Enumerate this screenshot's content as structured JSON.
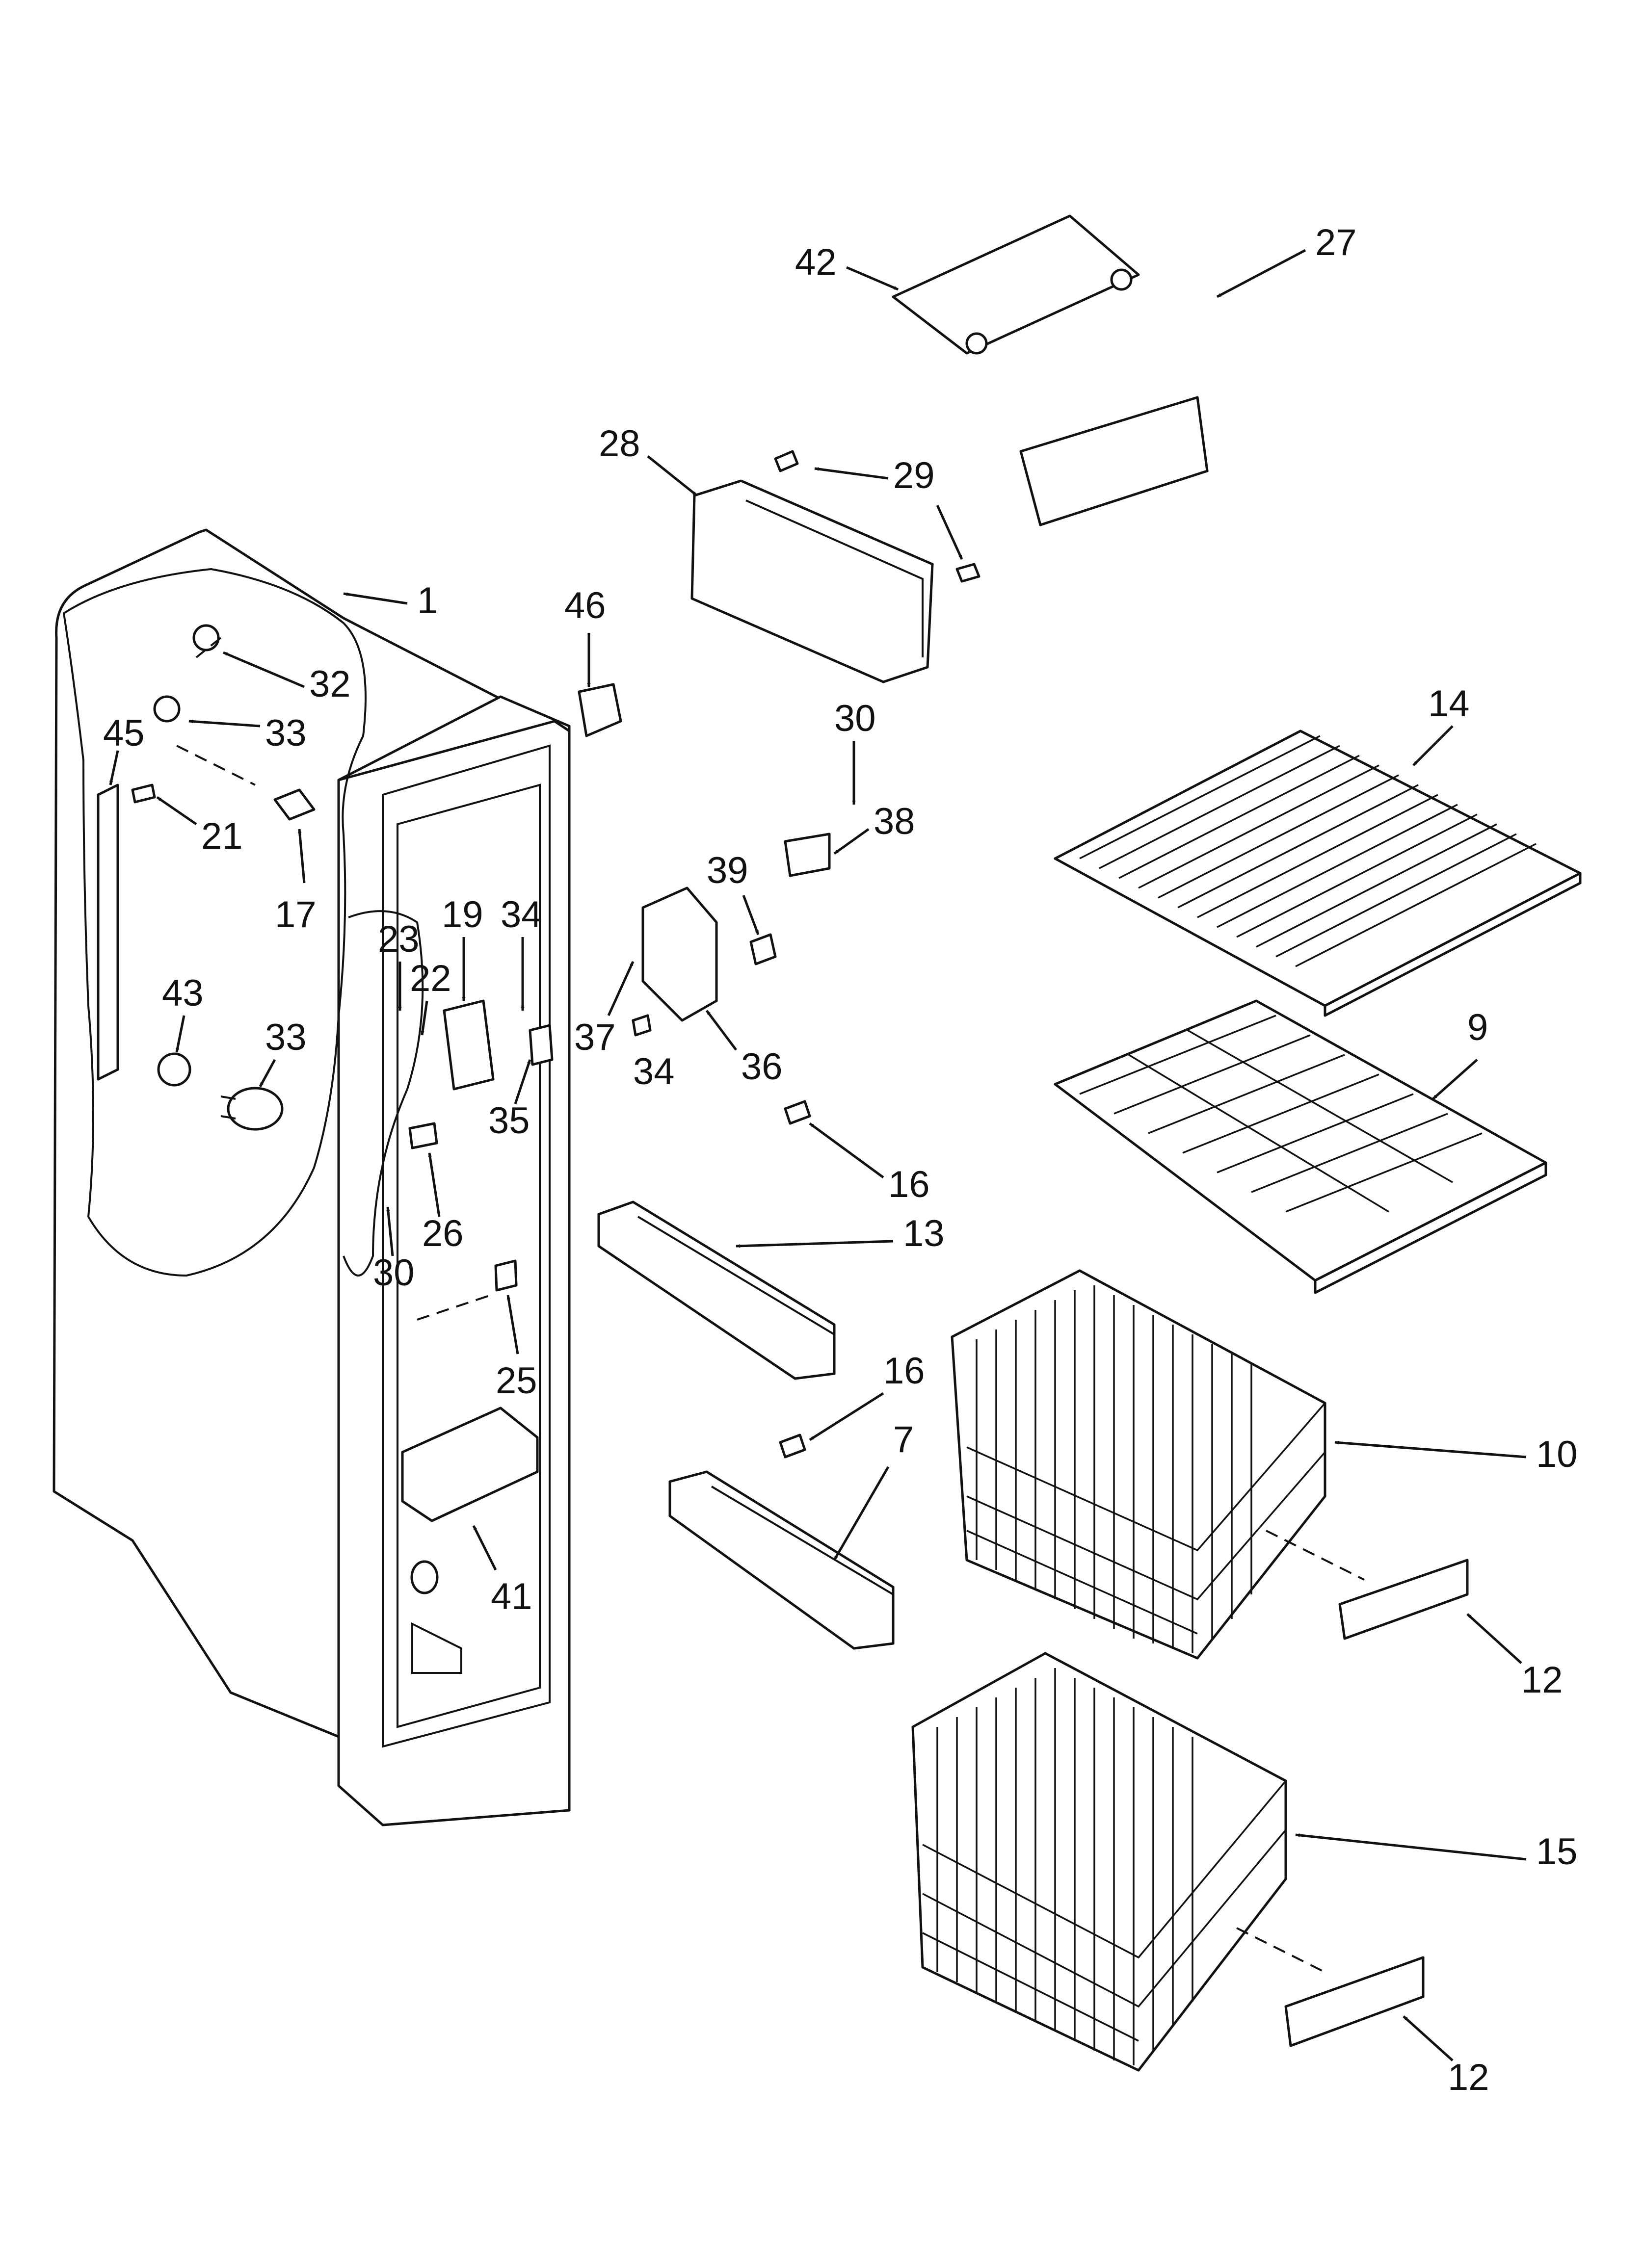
{
  "callouts": [
    {
      "label": "42"
    },
    {
      "label": "27"
    },
    {
      "label": "28"
    },
    {
      "label": "29"
    },
    {
      "label": "1"
    },
    {
      "label": "46"
    },
    {
      "label": "32"
    },
    {
      "label": "33"
    },
    {
      "label": "45"
    },
    {
      "label": "21"
    },
    {
      "label": "17"
    },
    {
      "label": "30"
    },
    {
      "label": "14"
    },
    {
      "label": "38"
    },
    {
      "label": "39"
    },
    {
      "label": "23"
    },
    {
      "label": "19"
    },
    {
      "label": "34"
    },
    {
      "label": "22"
    },
    {
      "label": "43"
    },
    {
      "label": "33"
    },
    {
      "label": "37"
    },
    {
      "label": "36"
    },
    {
      "label": "9"
    },
    {
      "label": "34"
    },
    {
      "label": "35"
    },
    {
      "label": "16"
    },
    {
      "label": "13"
    },
    {
      "label": "26"
    },
    {
      "label": "30"
    },
    {
      "label": "25"
    },
    {
      "label": "16"
    },
    {
      "label": "7"
    },
    {
      "label": "10"
    },
    {
      "label": "41"
    },
    {
      "label": "12"
    },
    {
      "label": "15"
    },
    {
      "label": "12"
    }
  ]
}
